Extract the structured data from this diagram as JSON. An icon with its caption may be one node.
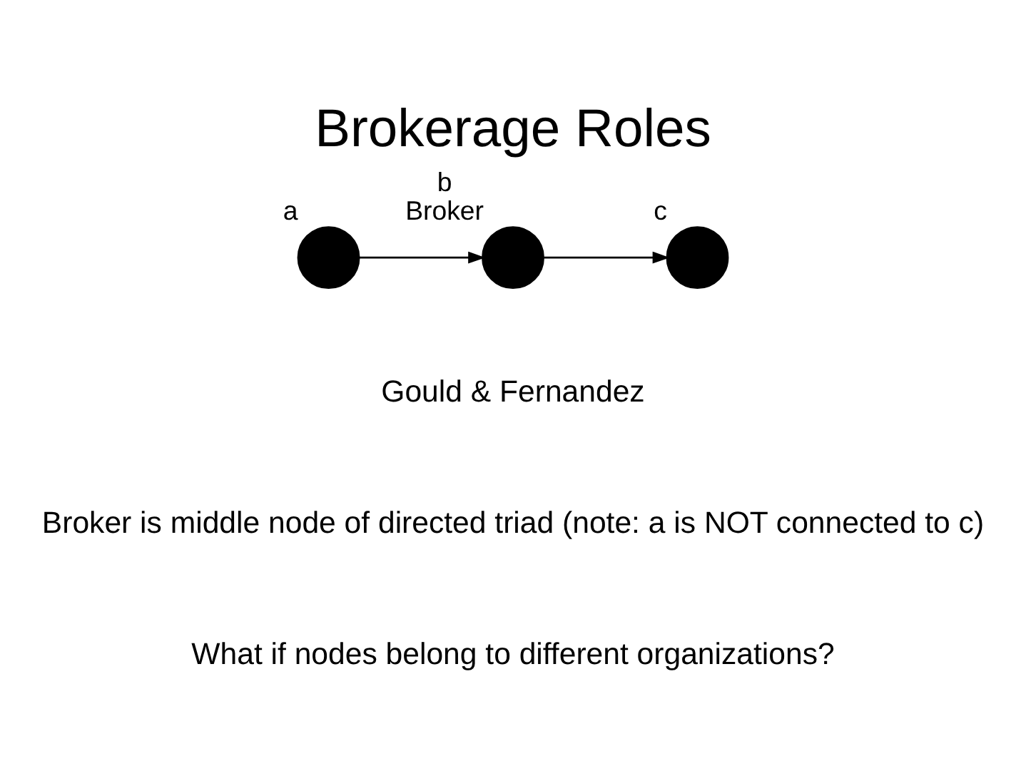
{
  "diagram": {
    "title": "Brokerage Roles",
    "nodes": [
      {
        "text": [],
        "shape": "circle",
        "beside": [
          "a"
        ]
      },
      {
        "text": [],
        "shape": "circle",
        "beside": [
          "b",
          "Broker"
        ]
      },
      {
        "text": [],
        "shape": "circle",
        "beside": [
          "c"
        ]
      }
    ],
    "edges": [
      {
        "from": 0,
        "to": 1,
        "arrow": "to"
      },
      {
        "from": 1,
        "to": 2,
        "arrow": "to"
      }
    ],
    "labels": [
      "Gould & Fernandez",
      "Broker is middle node of directed triad (note: a is NOT connected to c)",
      "What if nodes belong to different organizations?"
    ]
  }
}
